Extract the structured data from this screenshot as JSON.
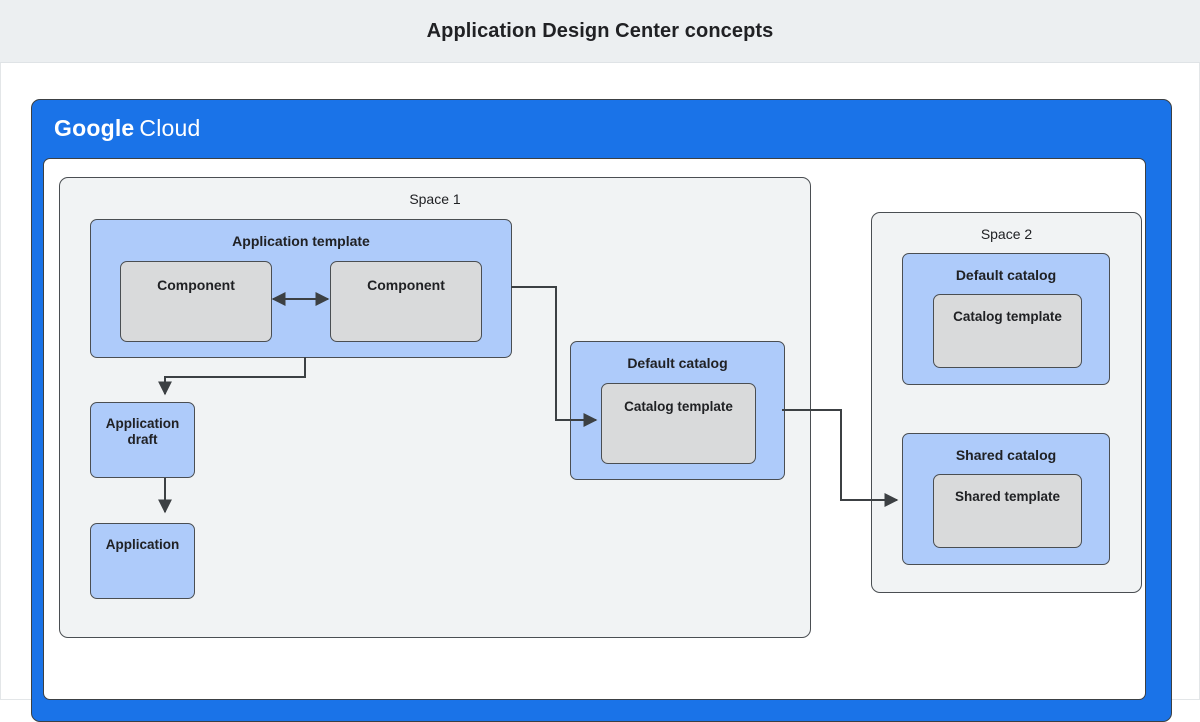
{
  "header": {
    "title": "Application Design Center concepts"
  },
  "brand": {
    "logo_google": "Google",
    "logo_cloud": "Cloud",
    "logo_color": "#ffffff",
    "frame_color": "#1a73e8"
  },
  "palette": {
    "blue_fill": "#aecbfa",
    "gray_fill": "#d9dadb",
    "space_fill": "#f1f3f4",
    "stroke": "#4a4e52",
    "header_bg": "#eceff1",
    "text": "#202124"
  },
  "diagram": {
    "type": "architecture-diagram",
    "spaces": [
      {
        "id": "space-1",
        "label": "Space 1",
        "nodes": [
          {
            "id": "application-template",
            "label": "Application template",
            "style": "blue",
            "children": [
              {
                "id": "component-left",
                "label": "Component",
                "style": "gray"
              },
              {
                "id": "component-right",
                "label": "Component",
                "style": "gray"
              }
            ]
          },
          {
            "id": "application-draft",
            "label": "Application draft",
            "style": "blue",
            "children": []
          },
          {
            "id": "application",
            "label": "Application",
            "style": "blue",
            "children": []
          },
          {
            "id": "default-catalog-s1",
            "label": "Default catalog",
            "style": "blue",
            "children": [
              {
                "id": "catalog-template-s1",
                "label": "Catalog template",
                "style": "gray"
              }
            ]
          }
        ]
      },
      {
        "id": "space-2",
        "label": "Space 2",
        "nodes": [
          {
            "id": "default-catalog-s2",
            "label": "Default catalog",
            "style": "blue",
            "children": [
              {
                "id": "catalog-template-s2",
                "label": "Catalog template",
                "style": "gray"
              }
            ]
          },
          {
            "id": "shared-catalog",
            "label": "Shared catalog",
            "style": "blue",
            "children": [
              {
                "id": "shared-template",
                "label": "Shared template",
                "style": "gray"
              }
            ]
          }
        ]
      }
    ],
    "edges": [
      {
        "from": "component-left",
        "to": "component-right",
        "arrow": "both"
      },
      {
        "from": "application-template",
        "to": "application-draft",
        "arrow": "end"
      },
      {
        "from": "application-draft",
        "to": "application",
        "arrow": "end"
      },
      {
        "from": "application-template",
        "to": "catalog-template-s1",
        "arrow": "end"
      },
      {
        "from": "default-catalog-s1",
        "to": "shared-catalog",
        "arrow": "end"
      }
    ]
  }
}
